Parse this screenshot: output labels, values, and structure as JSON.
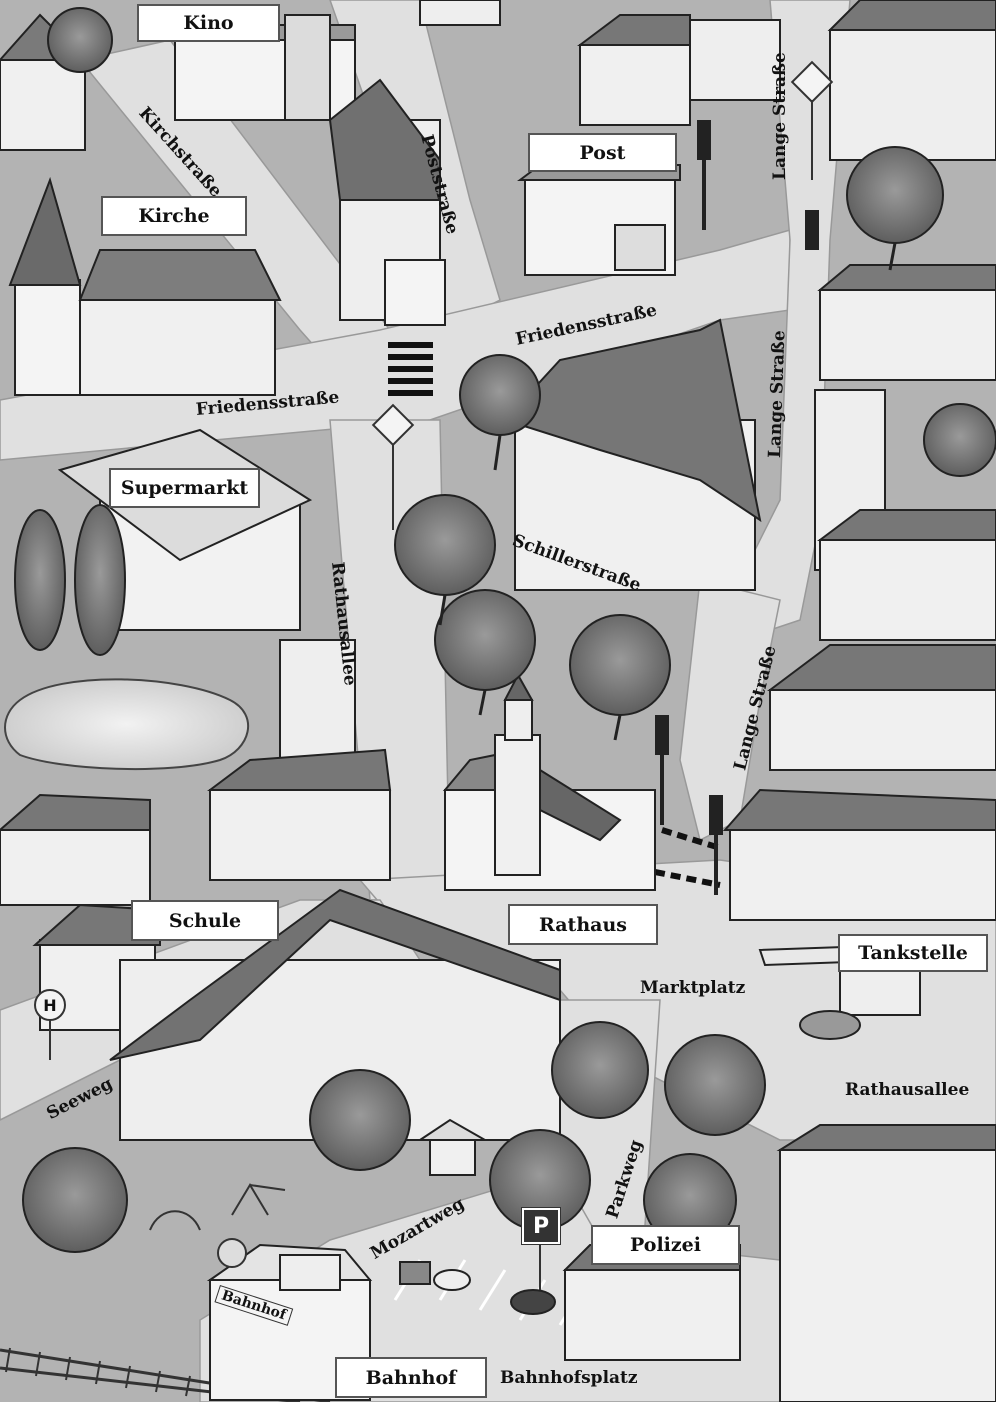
{
  "map": {
    "buildings": {
      "kino": "Kino",
      "kirche": "Kirche",
      "post": "Post",
      "supermarkt": "Supermarkt",
      "schule": "Schule",
      "rathaus": "Rathaus",
      "tankstelle": "Tankstelle",
      "polizei": "Polizei",
      "bahnhof": "Bahnhof",
      "bahnhof_sign": "Bahnhof"
    },
    "streets": {
      "kirchstrasse": "Kirchstraße",
      "poststrasse": "Poststraße",
      "friedensstrasse_1": "Friedensstraße",
      "friedensstrasse_2": "Friedensstraße",
      "lange_strasse_1": "Lange Straße",
      "lange_strasse_2": "Lange Straße",
      "lange_strasse_3": "Lange Straße",
      "schillerstrasse": "Schillerstraße",
      "rathausallee_1": "Rathausallee",
      "rathausallee_2": "Rathausallee",
      "marktplatz": "Marktplatz",
      "seeweg": "Seeweg",
      "mozartweg": "Mozartweg",
      "parkweg": "Parkweg",
      "bahnhofsplatz": "Bahnhofsplatz"
    },
    "signs": {
      "bus_stop": "H",
      "parking": "P"
    }
  }
}
